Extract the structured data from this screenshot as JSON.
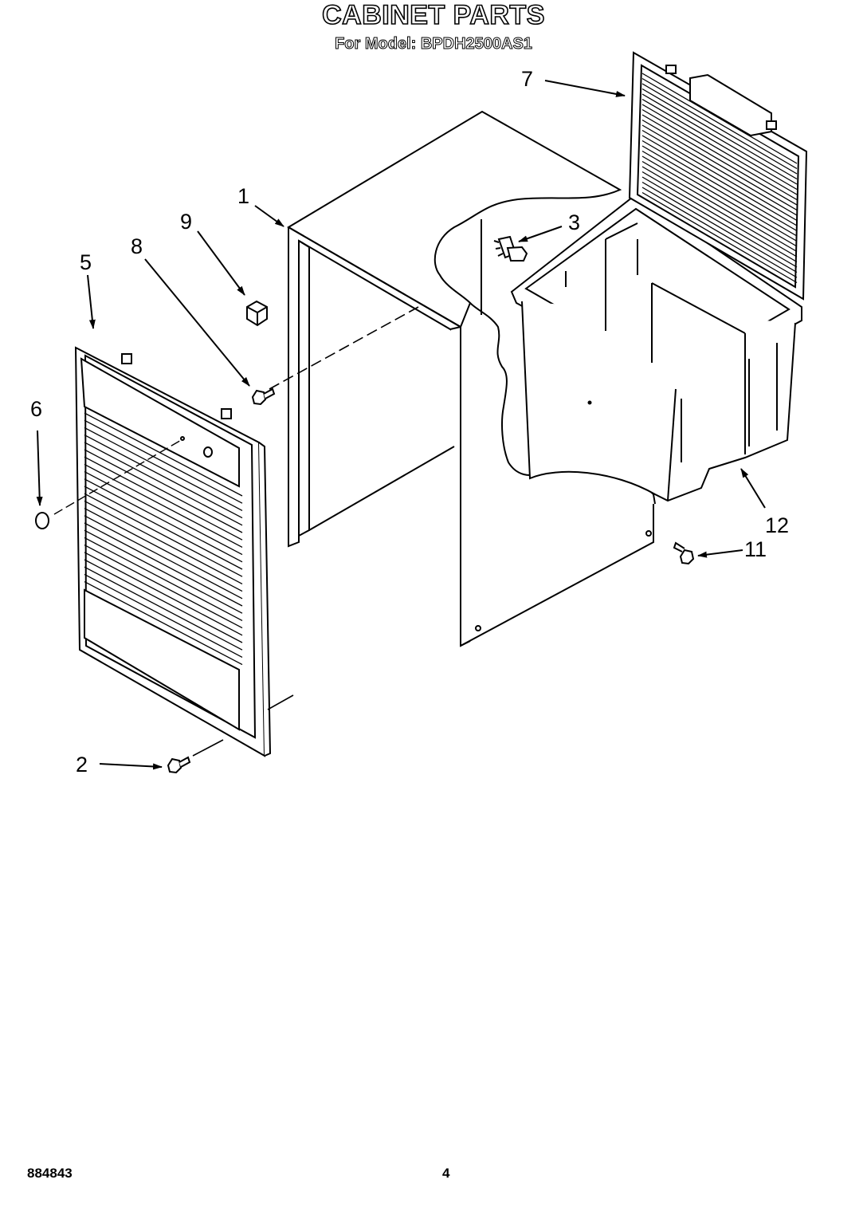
{
  "header": {
    "title": "CABINET PARTS",
    "subtitle": "For Model: BPDH2500AS1"
  },
  "callouts": [
    {
      "id": "1",
      "label": "1"
    },
    {
      "id": "2",
      "label": "2"
    },
    {
      "id": "3",
      "label": "3"
    },
    {
      "id": "5",
      "label": "5"
    },
    {
      "id": "6",
      "label": "6"
    },
    {
      "id": "7",
      "label": "7"
    },
    {
      "id": "8",
      "label": "8"
    },
    {
      "id": "9",
      "label": "9"
    },
    {
      "id": "11",
      "label": "11"
    },
    {
      "id": "12",
      "label": "12"
    }
  ],
  "footer": {
    "document_number": "884843",
    "page_number": "4"
  }
}
